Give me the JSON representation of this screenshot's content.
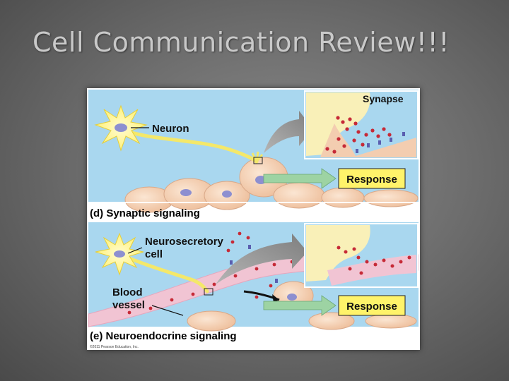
{
  "slide": {
    "title": "Cell Communication Review!!!"
  },
  "panel_d": {
    "neuron_label": "Neuron",
    "inset_label": "Synapse",
    "response_label": "Response",
    "caption": "(d) Synaptic signaling"
  },
  "panel_e": {
    "cell_label_line1": "Neurosecretory",
    "cell_label_line2": "cell",
    "vessel_label_line1": "Blood",
    "vessel_label_line2": "vessel",
    "response_label": "Response",
    "caption": "(e) Neuroendocrine signaling"
  },
  "figure": {
    "credit": "©2011 Pearson Education, Inc."
  },
  "colors": {
    "panel_bg": "#a9d7ef",
    "cell_fill": "#f3cdb0",
    "nucleus": "#8d8fd0",
    "neuron_yellow": "#fff27a",
    "vesicle_red": "#c62a37",
    "receptor_blue": "#5a5fb0",
    "vessel_pink": "#f1c4d3",
    "response_box": "#fff36a",
    "arrow_green": "#9dd3a3",
    "curved_arrow_gray": "#8c8c8c"
  }
}
